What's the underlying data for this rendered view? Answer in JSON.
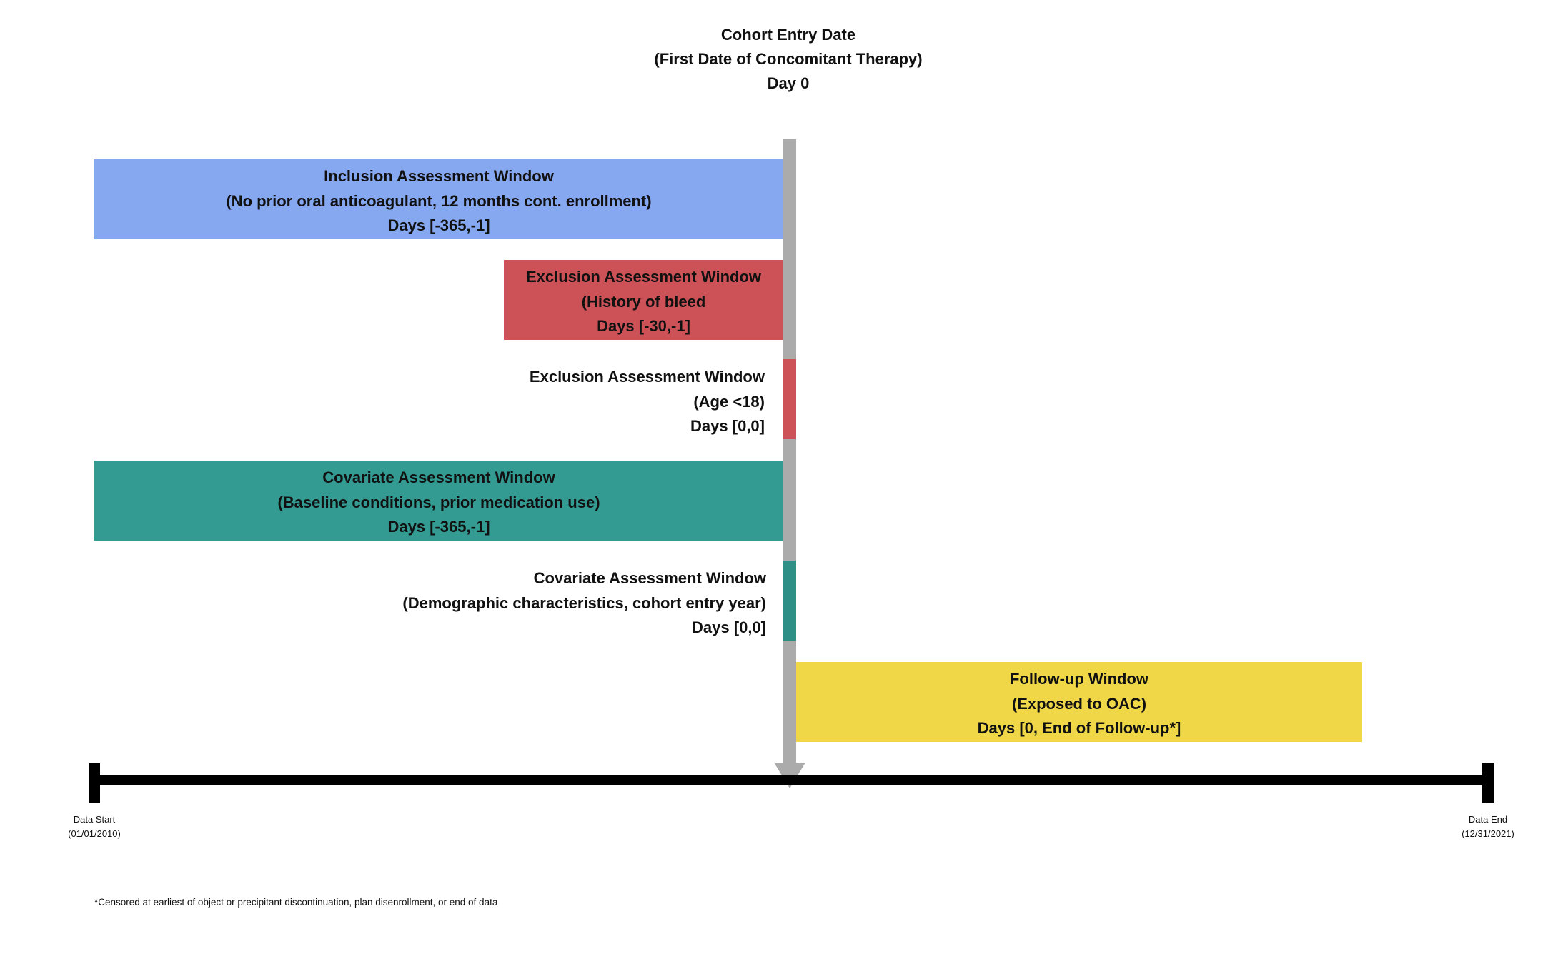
{
  "header": {
    "line1": "Cohort Entry Date",
    "line2": "(First Date of Concomitant Therapy)",
    "line3": "Day 0"
  },
  "windows": [
    {
      "title": "Inclusion Assessment Window",
      "detail": "(No prior oral anticoagulant, 12 months cont. enrollment)",
      "days": "Days [-365,-1]",
      "color": "#86a8f0"
    },
    {
      "title": "Exclusion Assessment Window",
      "detail": "(History of bleed",
      "days": "Days [-30,-1]",
      "color": "#cd5257"
    },
    {
      "title": "Exclusion Assessment Window",
      "detail": "(Age <18)",
      "days": "Days [0,0]",
      "color": "#cd5257"
    },
    {
      "title": "Covariate Assessment Window",
      "detail": "(Baseline conditions, prior medication use)",
      "days": "Days [-365,-1]",
      "color": "#339b92"
    },
    {
      "title": "Covariate Assessment Window",
      "detail": "(Demographic characteristics, cohort entry year)",
      "days": "Days [0,0]",
      "color": "#2d8f86"
    },
    {
      "title": "Follow-up Window",
      "detail": "(Exposed to OAC)",
      "days": "Days [0, End of Follow-up*]",
      "color": "#f0d748"
    }
  ],
  "axis": {
    "start_label": "Data Start",
    "start_date": "(01/01/2010)",
    "end_label": "Data End",
    "end_date": "(12/31/2021)"
  },
  "footnote": "*Censored at earliest of object or precipitant discontinuation, plan disenrollment, or end of data"
}
